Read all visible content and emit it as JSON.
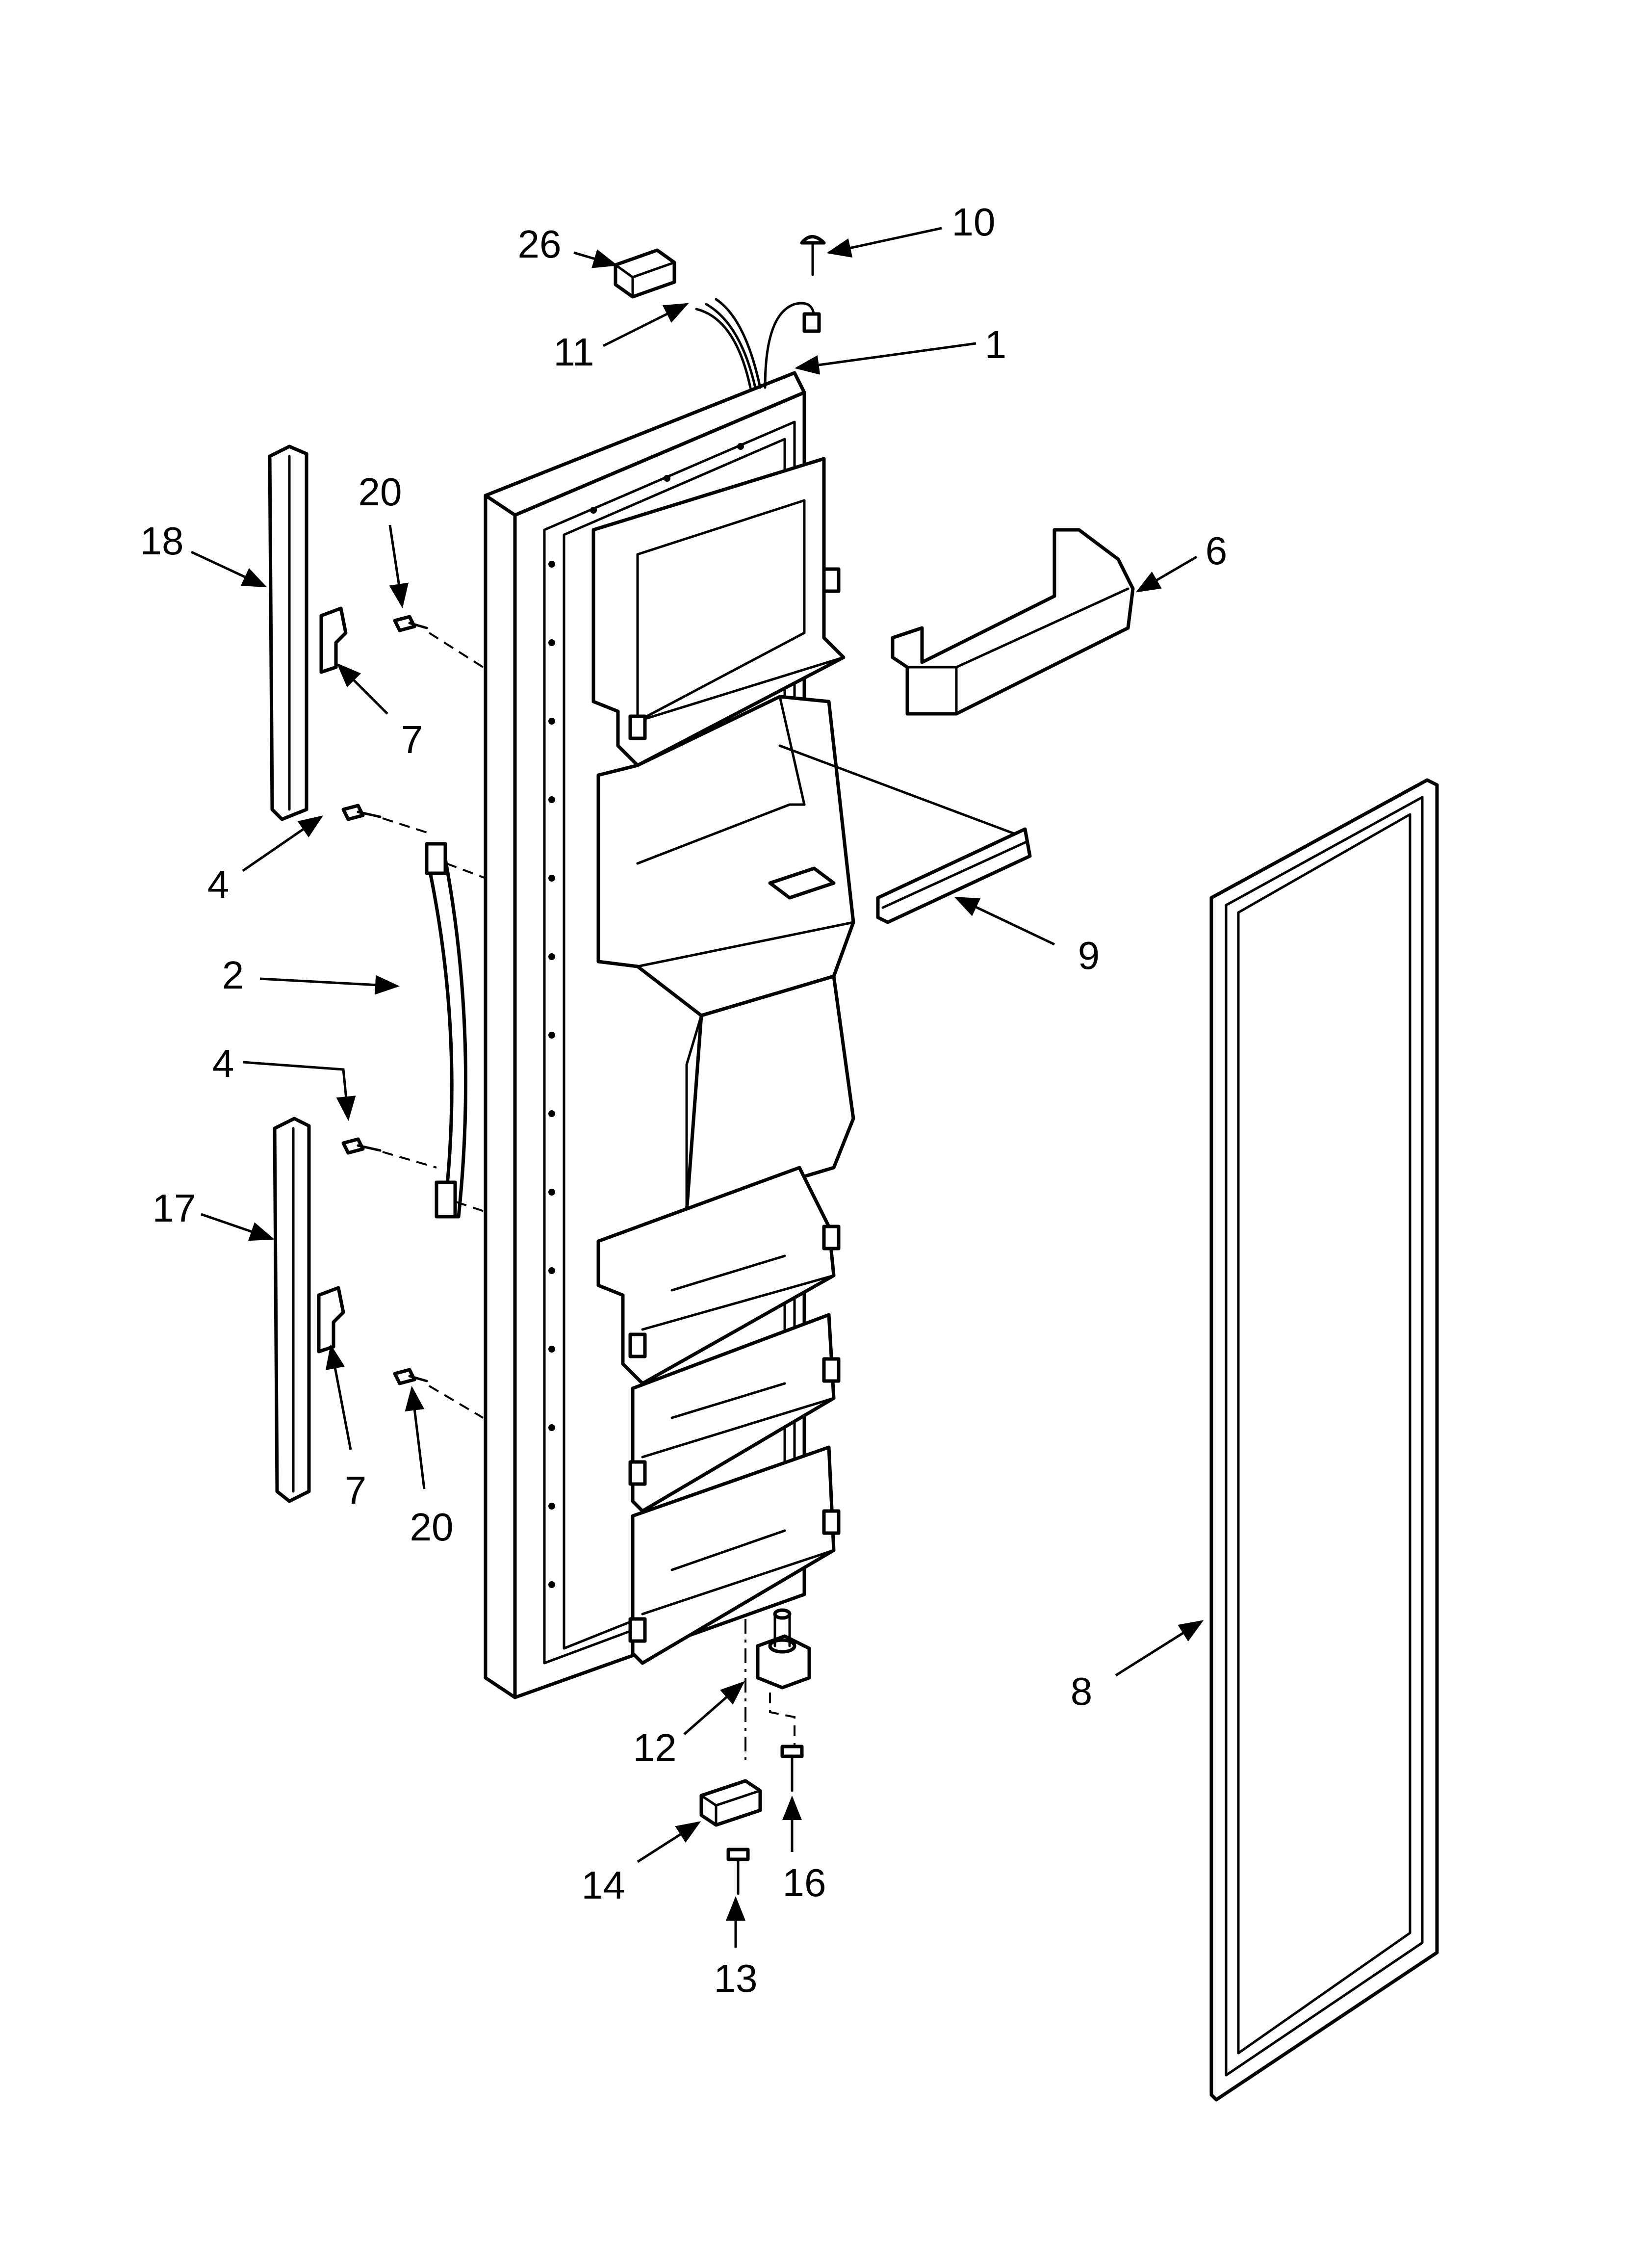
{
  "callouts": {
    "c1": "1",
    "c2": "2",
    "c4a": "4",
    "c4b": "4",
    "c6": "6",
    "c7a": "7",
    "c7b": "7",
    "c8": "8",
    "c9": "9",
    "c10": "10",
    "c11": "11",
    "c12": "12",
    "c13": "13",
    "c14": "14",
    "c16": "16",
    "c17": "17",
    "c18": "18",
    "c20a": "20",
    "c20b": "20",
    "c26": "26"
  }
}
